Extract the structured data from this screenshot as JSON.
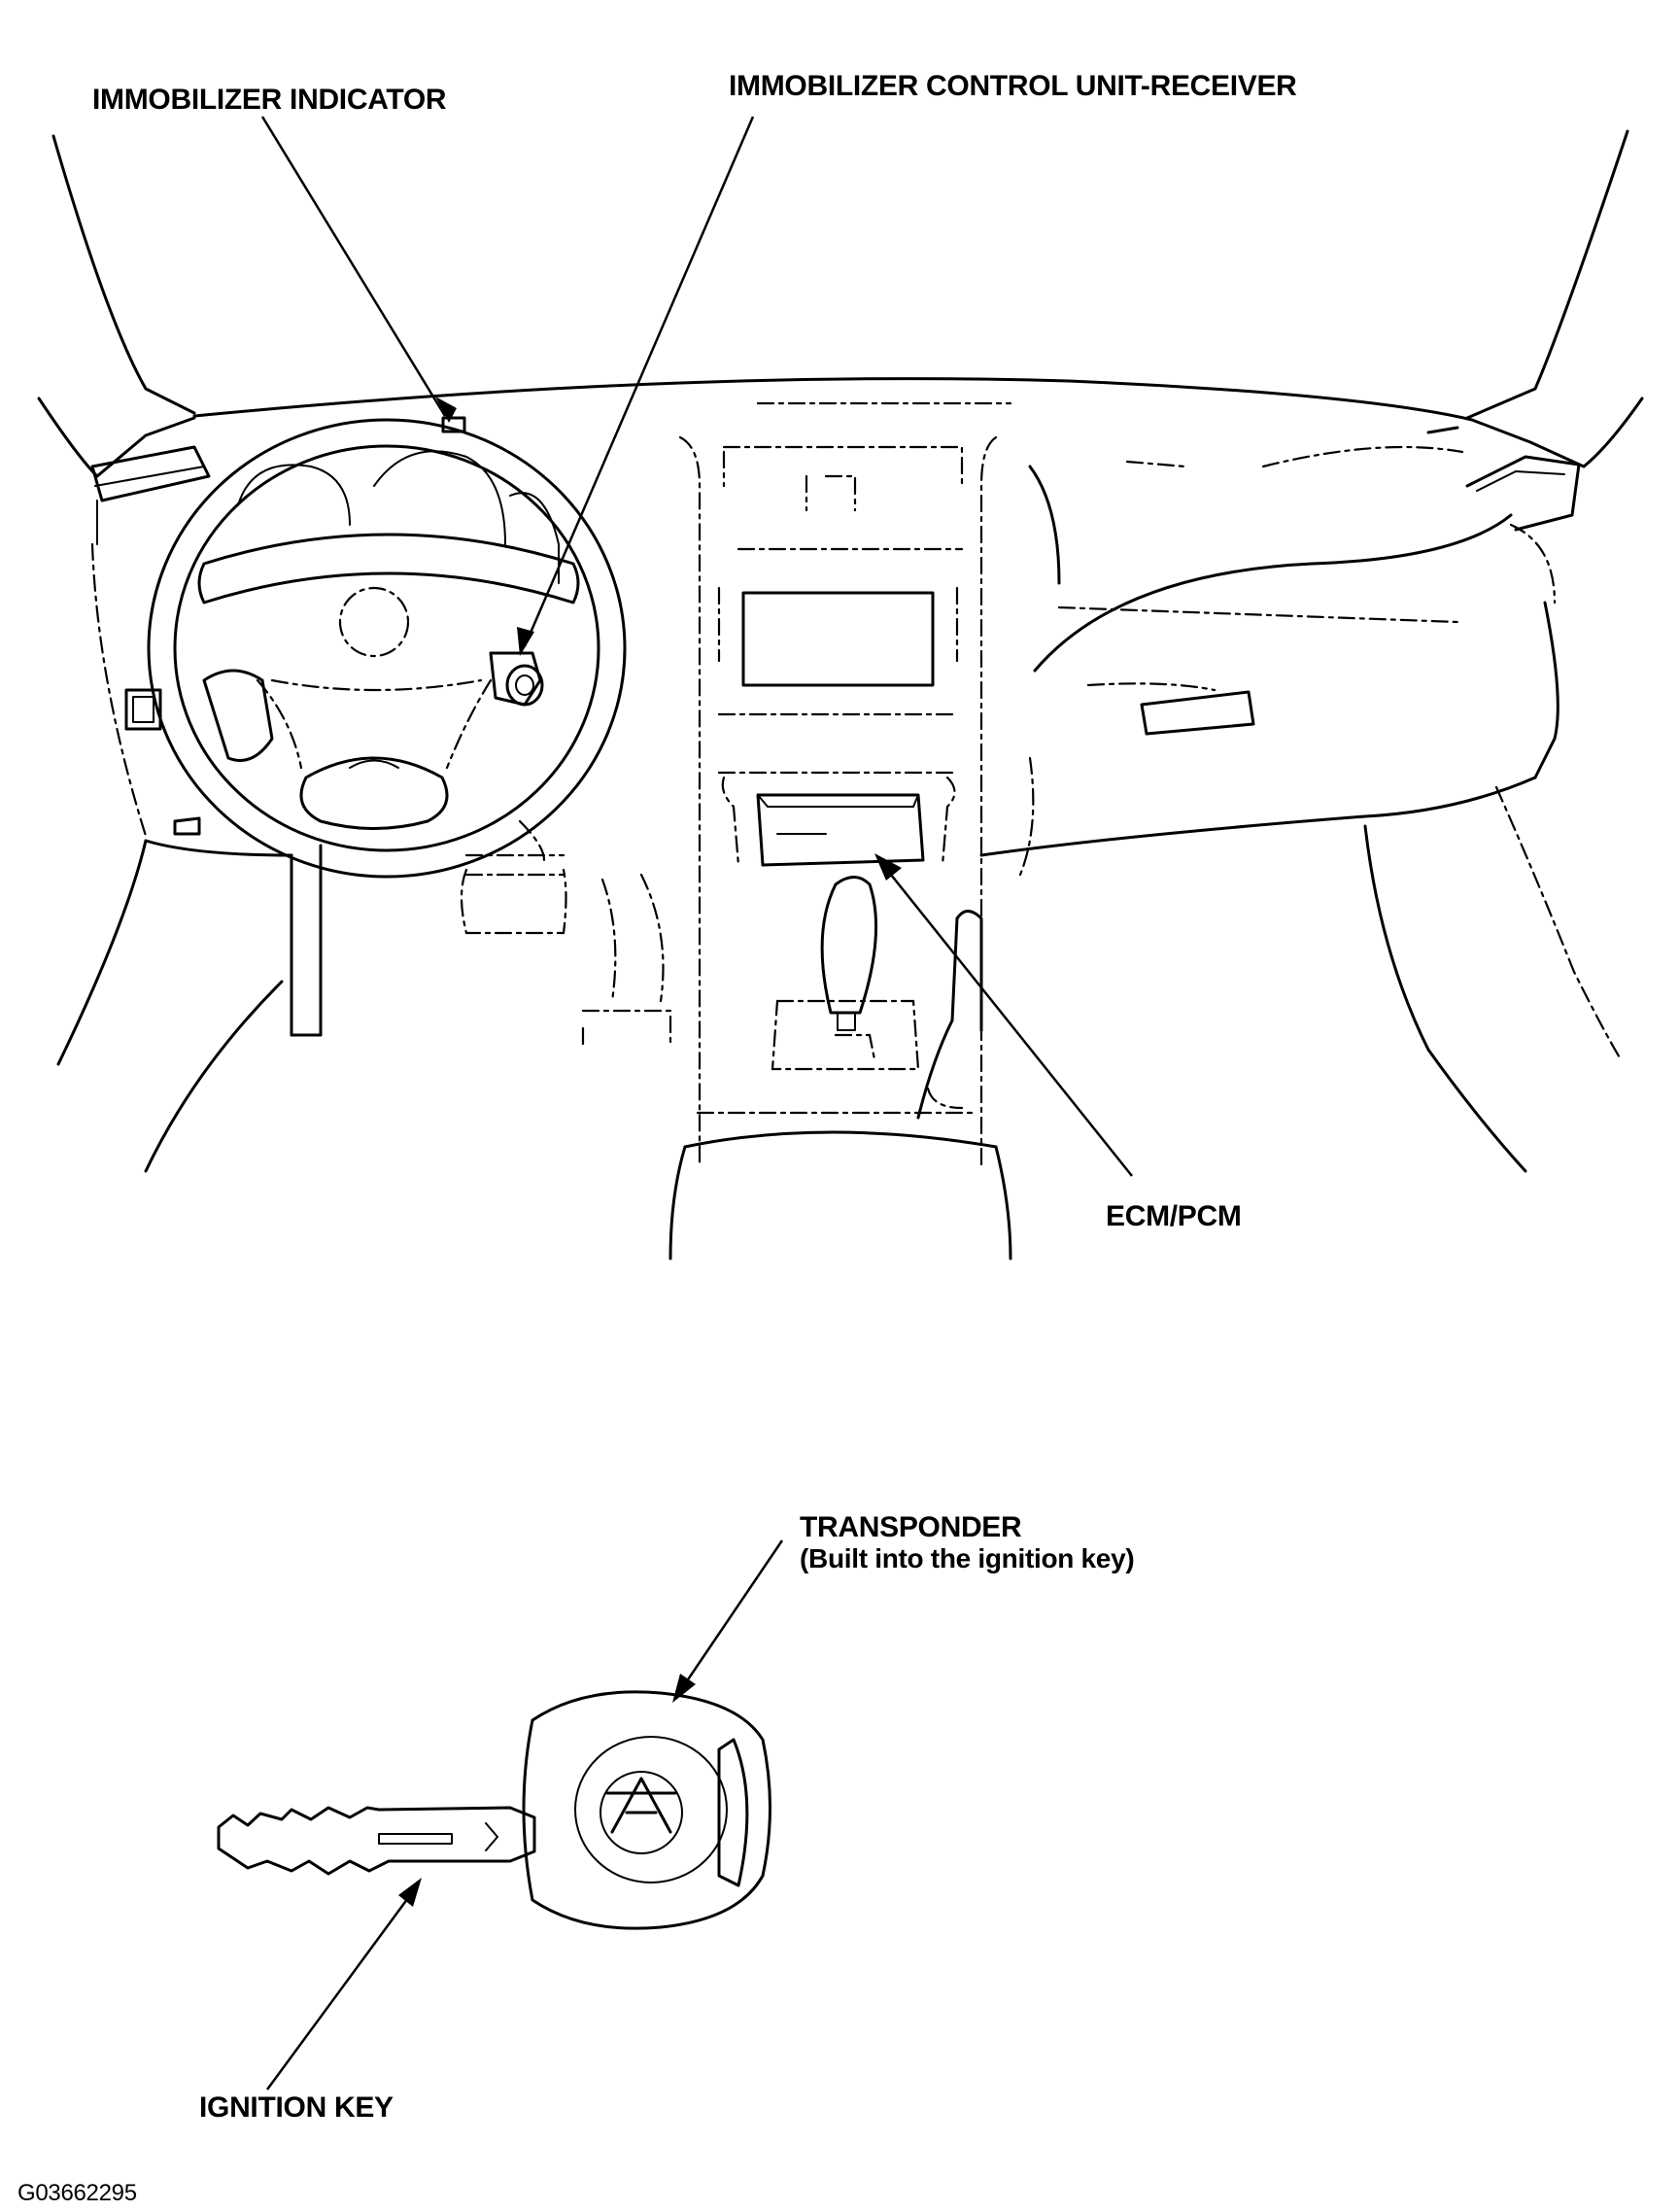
{
  "labels": {
    "immobilizer_indicator": "IMMOBILIZER INDICATOR",
    "immobilizer_control_unit": "IMMOBILIZER CONTROL UNIT-RECEIVER",
    "ecm_pcm": "ECM/PCM",
    "transponder": "TRANSPONDER",
    "transponder_note": "(Built into the ignition key)",
    "ignition_key": "IGNITION  KEY",
    "figure_id": "G03662295"
  }
}
